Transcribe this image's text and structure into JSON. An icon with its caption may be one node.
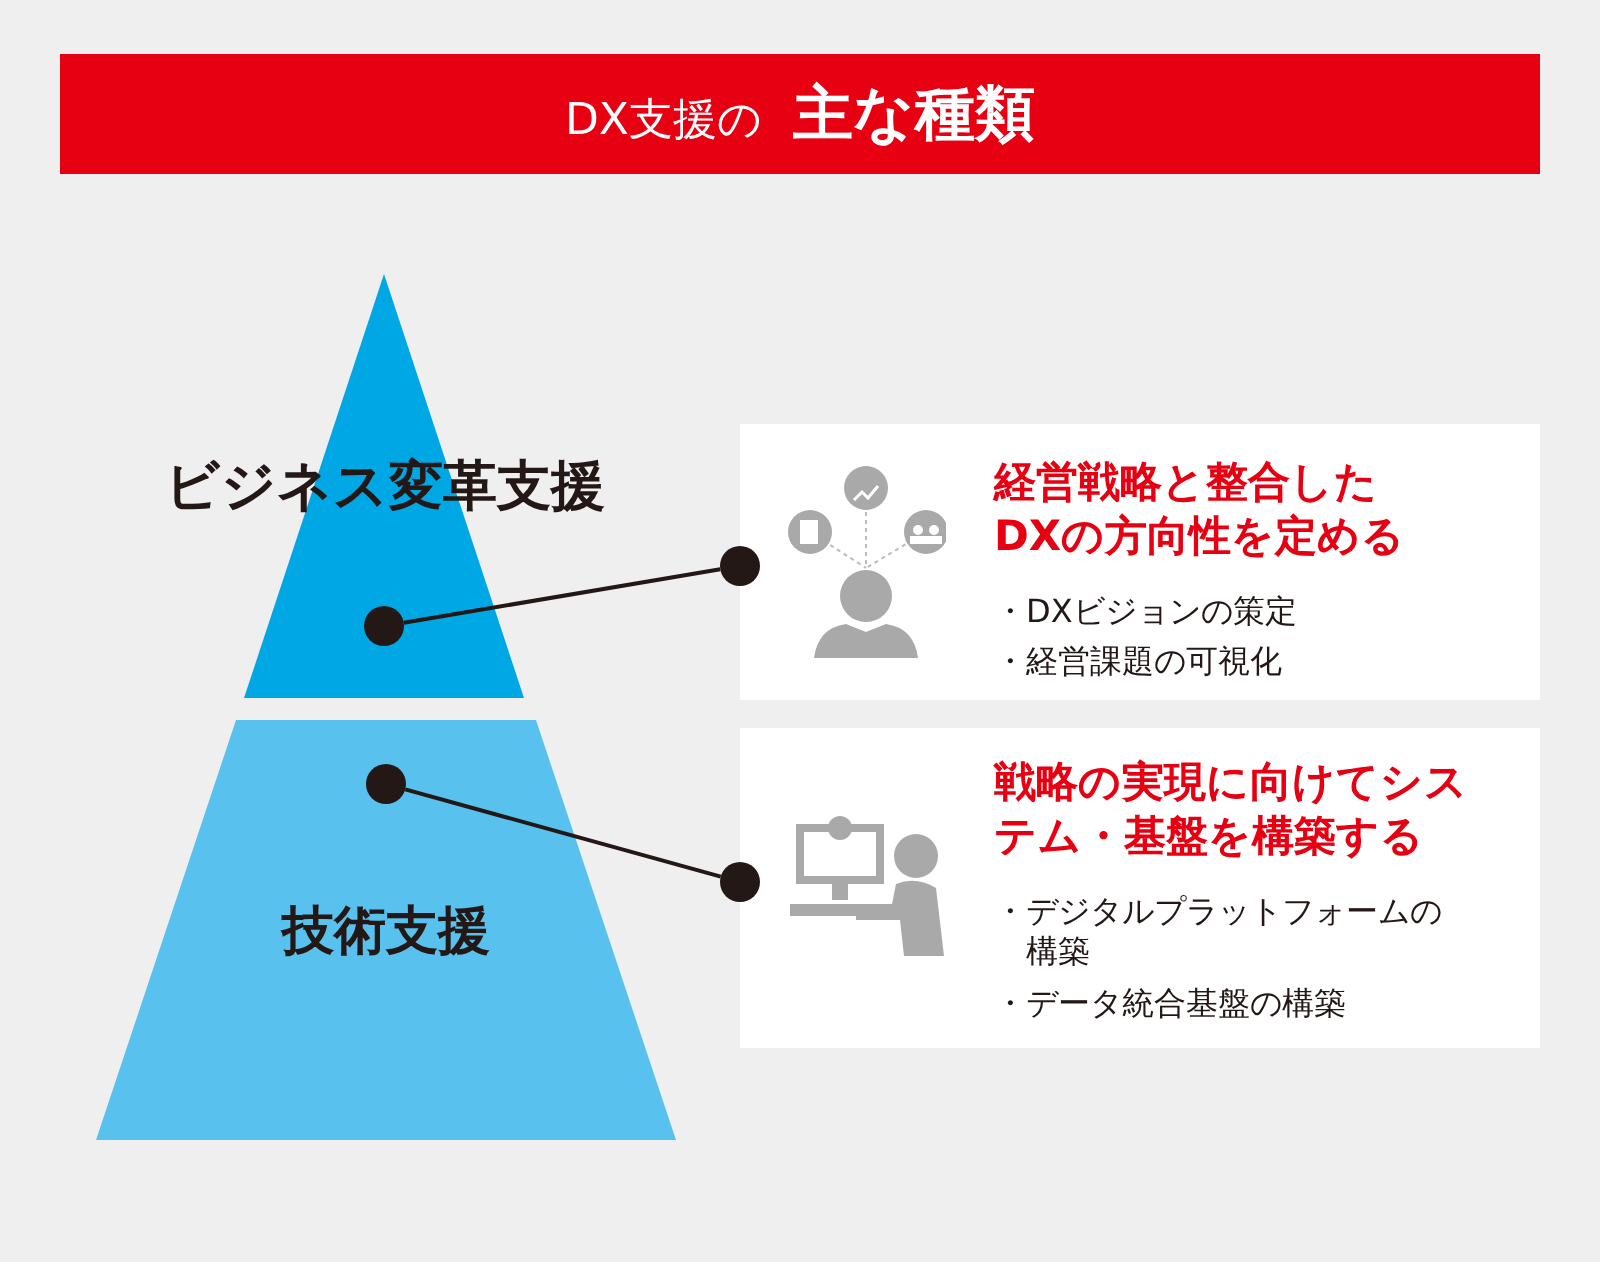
{
  "diagram": {
    "title": "DX支援の **主な種類**",
    "nodes": [
      {
        "text": [
          "ビジネス変革支援"
        ]
      },
      {
        "text": [
          "技術支援"
        ]
      },
      {
        "text": [],
        "shape": "circle",
        "in": 0
      },
      {
        "text": [],
        "shape": "circle"
      },
      {
        "text": [
          "経営戦略と整合したDXの方向性を定める",
          "・DXビジョンの策定",
          "・経営課題の可視化"
        ]
      },
      {
        "text": [],
        "shape": "circle",
        "in": 1
      },
      {
        "text": [],
        "shape": "circle"
      },
      {
        "text": [
          "戦略の実現に向けてシステム・基盤を構築する",
          "・デジタルプラットフォームの構築",
          "・データ統合基盤の構築"
        ]
      }
    ],
    "edges": [
      {
        "from": 2,
        "to": 3,
        "arrow": "none"
      },
      {
        "from": 5,
        "to": 6,
        "arrow": "none"
      }
    ]
  }
}
